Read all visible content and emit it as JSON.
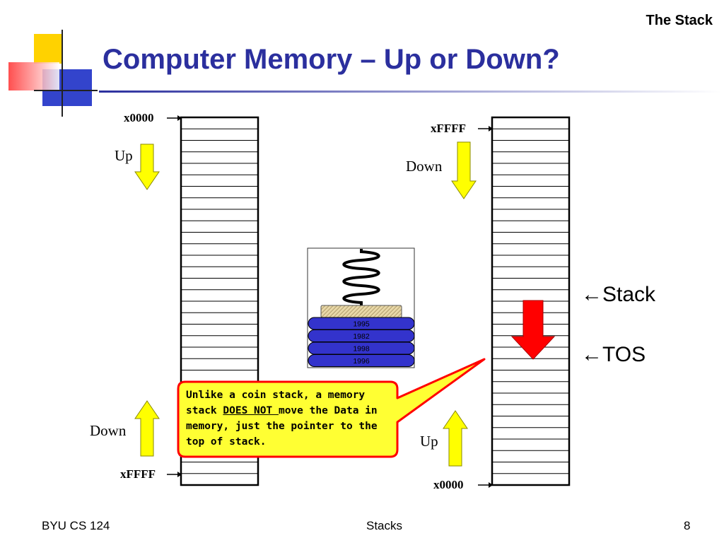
{
  "slide": {
    "header_label": "The Stack",
    "title": "Computer Memory – Up or Down?"
  },
  "left_stack": {
    "top_address": "x0000",
    "bottom_address": "xFFFF",
    "top_direction": "Up",
    "bottom_direction": "Down"
  },
  "right_stack": {
    "top_address": "xFFFF",
    "bottom_address": "x0000",
    "top_direction": "Down",
    "bottom_direction": "Up"
  },
  "coin_stack": {
    "coins": [
      "1995",
      "1982",
      "1998",
      "1996"
    ]
  },
  "labels": {
    "stack": "←Stack",
    "tos": "←TOS"
  },
  "callout": {
    "text_before": "Unlike a coin stack, a memory stack ",
    "text_emphasis": "DOES NOT ",
    "text_after": "move the Data in memory, just the pointer to the top of stack."
  },
  "footer": {
    "left": "BYU CS 124",
    "center": "Stacks",
    "page_number": "8"
  },
  "colors": {
    "title": "#2b2f9e",
    "arrow_yellow": "#ffff00",
    "arrow_red": "#ff0000",
    "coin_blue": "#3333cc",
    "callout_fill": "#ffff33",
    "callout_border": "#ff0000"
  }
}
